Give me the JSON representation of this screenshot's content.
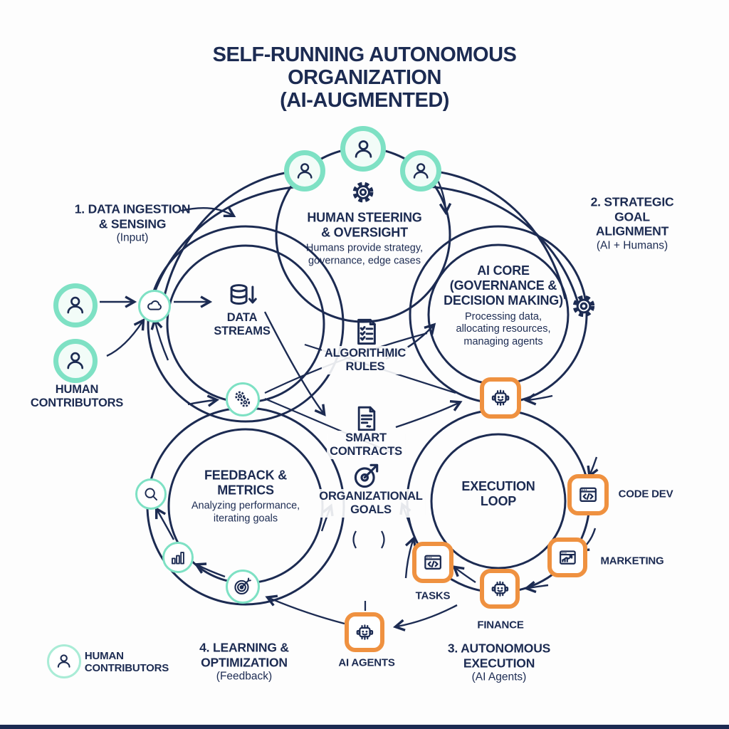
{
  "title": "SELF-RUNNING AUTONOMOUS ORGANIZATION\n(AI-AUGMENTED)",
  "colors": {
    "navy": "#1c2b52",
    "mint": "#7ee1c4",
    "mint_light": "#c9f2e3",
    "orange": "#ef9140"
  },
  "labels": {
    "step1": {
      "title": "1. DATA INGESTION\n& SENSING",
      "sub": "(Input)"
    },
    "step2": {
      "title": "2. STRATEGIC GOAL\nALIGNMENT",
      "sub": "(AI + Humans)"
    },
    "step3": {
      "title": "3. AUTONOMOUS\nEXECUTION",
      "sub": "(AI Agents)"
    },
    "step4": {
      "title": "4. LEARNING &\nOPTIMIZATION",
      "sub": "(Feedback)"
    },
    "human_steering": {
      "title": "HUMAN STEERING\n& OVERSIGHT",
      "sub": "Humans provide strategy,\ngovernance, edge cases"
    },
    "ai_core": {
      "title": "AI CORE\n(GOVERNANCE &\nDECISION MAKING)",
      "sub": "Processing data,\nallocating resources,\nmanaging agents"
    },
    "feedback_metrics": {
      "title": "FEEDBACK &\nMETRICS",
      "sub": "Analyzing performance,\niterating goals"
    },
    "execution_loop": "EXECUTION\nLOOP",
    "data_streams": "DATA\nSTREAMS",
    "algorithmic_rules": "ALGORITHMIC\nRULES",
    "smart_contracts": "SMART\nCONTRACTS",
    "organizational_goals": "ORGANIZATIONAL\nGOALS",
    "human_contributors": "HUMAN\nCONTRIBUTORS",
    "ai_agents": "AI AGENTS",
    "tasks": "TASKS",
    "finance": "FINANCE",
    "marketing": "MARKETING",
    "code_dev": "CODE DEV",
    "legend": "HUMAN\nCONTRIBUTORS"
  },
  "icons": [
    "person-icon",
    "gear-icon",
    "gears-icon",
    "cloud-icon",
    "database-icon",
    "down-arrow-icon",
    "checklist-icon",
    "document-icon",
    "target-arrow-icon",
    "magnifier-icon",
    "bar-chart-icon",
    "dartboard-icon",
    "robot-chip-icon",
    "code-window-icon",
    "chart-window-icon"
  ]
}
